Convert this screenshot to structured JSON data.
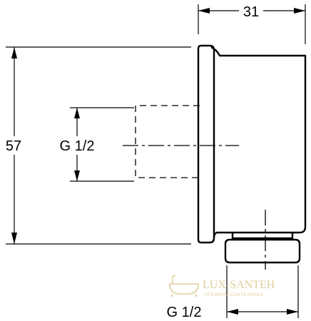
{
  "dimensions": {
    "width_top": "31",
    "height_left": "57",
    "inlet_thread": "G 1/2",
    "outlet_thread": "G 1/2"
  },
  "watermark": {
    "brand": "LUX-SANTEH",
    "tagline": "ПРЕМИУМ САНТЕХНИКА"
  },
  "colors": {
    "line": "#000000",
    "watermark": "#d9c58a",
    "background": "#ffffff"
  }
}
